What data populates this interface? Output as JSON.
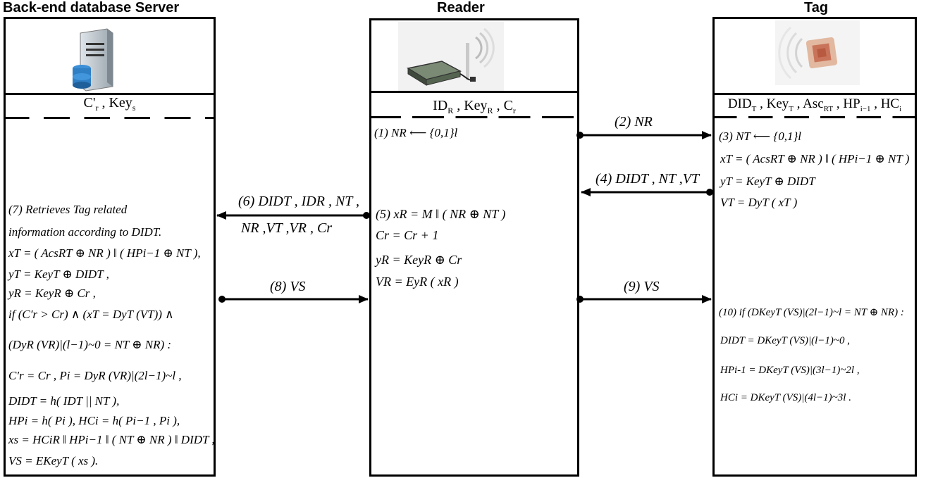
{
  "columns": {
    "server": {
      "title": "Back-end database Server",
      "vars": "C'r , Keys",
      "steps": [
        "(7) Retrieves  Tag related",
        " information according to DIDT.",
        "xT = ( AcsRT ⊕ NR ) ‖ ( HPi−1 ⊕ NT ),",
        "yT = KeyT ⊕ DIDT ,",
        "yR = KeyR ⊕ Cr ,",
        "if (C′r > Cr) ∧ (xT = DyT (VT)) ∧",
        "(DyR (VR)|(l−1)~0 = NT ⊕ NR) :",
        "C′r = Cr , Pi = DyR (VR)|(2l−1)~l ,",
        "DIDT = h( IDT || NT ),",
        "HPi = h( Pi ), HCi = h( Pi−1 , Pi ),",
        "xs = HCiR ‖ HPi−1 ‖ ( NT ⊕ NR ) ‖ DIDT ,",
        "VS = EKeyT ( xs )."
      ]
    },
    "reader": {
      "title": "Reader",
      "vars": "IDR , KeyR , Cr",
      "step1": "(1) NR ⟵ {0,1}l",
      "steps": [
        "(5)   xR = M ‖ ( NR ⊕ NT )",
        "Cr = Cr + 1",
        "yR = KeyR ⊕ Cr",
        "VR = EyR ( xR )"
      ]
    },
    "tag": {
      "title": "Tag",
      "vars": "DIDT , KeyT , AscRT , HPi−1 , HCi",
      "steps_top": [
        "(3) NT ⟵ {0,1}l",
        "xT = ( AcsRT ⊕ NR ) ‖ ( HPi−1 ⊕ NT )",
        "yT = KeyT ⊕ DIDT",
        "VT = DyT ( xT )"
      ],
      "steps_bottom": [
        "(10) if (DKeyT (VS)|(2l−1)~l = NT ⊕ NR) :",
        "DIDT = DKeyT (VS)|(l−1)~0 ,",
        "HPi-1 = DKeyT (VS)|(3l−1)~2l ,",
        "HCi = DKeyT (VS)|(4l−1)~3l ."
      ]
    }
  },
  "messages": {
    "m2": "(2) NR",
    "m4": "(4) DIDT , NT ,VT",
    "m6a": "(6) DIDT , IDR , NT ,",
    "m6b": "NR ,VT ,VR , Cr",
    "m8": "(8) VS",
    "m9": "(9) VS"
  }
}
